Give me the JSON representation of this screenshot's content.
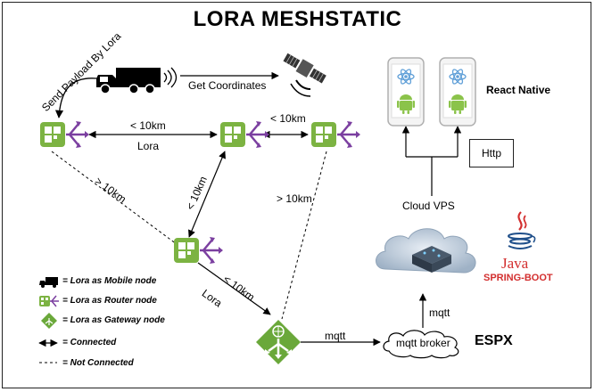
{
  "title": "LORA MESHSTATIC",
  "labels": {
    "send_payload": "Send Payload By Lora",
    "get_coordinates": "Get Coordinates",
    "dist_1": "< 10km",
    "dist_2": "< 10km",
    "lora_1": "Lora",
    "dist_left": "> 10km",
    "dist_mid_diag": "< 10km",
    "dist_right": "> 10km",
    "dist_lower": "< 10km",
    "lora_2": "Lora",
    "react_native": "React Native",
    "http": "Http",
    "cloud_vps": "Cloud VPS",
    "mqtt_up": "mqtt",
    "mqtt_right": "mqtt",
    "mqtt_broker": "mqtt broker",
    "espx": "ESPX",
    "java": "Java",
    "spring_boot": "SPRING-BOOT"
  },
  "legend": [
    {
      "icon": "truck-icon",
      "text": "= Lora as Mobile node"
    },
    {
      "icon": "router-node-icon",
      "text": "= Lora as Router node"
    },
    {
      "icon": "gateway-node-icon",
      "text": "= Lora as Gateway node"
    },
    {
      "icon": "double-arrow-icon",
      "text": "= Connected"
    },
    {
      "icon": "dashed-line-icon",
      "text": "= Not Connected"
    }
  ],
  "colors": {
    "node_green": "#7cb342",
    "node_purple": "#7b3fa0",
    "gateway_green": "#6aa83a",
    "java_red": "#d32f2f",
    "react_blue": "#61a0d8",
    "android_green": "#8bc34a"
  }
}
